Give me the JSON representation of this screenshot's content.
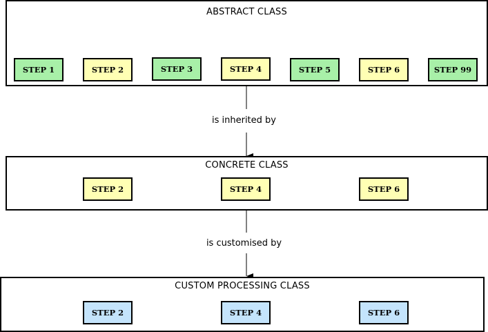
{
  "colors": {
    "green": "#a8f0a8",
    "yellow": "#ffffb4",
    "blue": "#c4e4fc",
    "stroke": "#000000"
  },
  "abstract": {
    "title": "ABSTRACT CLASS",
    "steps": [
      {
        "label": "STEP 1",
        "color": "green"
      },
      {
        "label": "STEP 2",
        "color": "yellow"
      },
      {
        "label": "STEP 3",
        "color": "green"
      },
      {
        "label": "STEP 4",
        "color": "yellow"
      },
      {
        "label": "STEP 5",
        "color": "green"
      },
      {
        "label": "STEP 6",
        "color": "yellow"
      },
      {
        "label": "STEP 99",
        "color": "green"
      }
    ]
  },
  "inherit_label": "is inherited by",
  "concrete": {
    "title": "CONCRETE CLASS",
    "steps": [
      {
        "label": "STEP 2",
        "color": "yellow"
      },
      {
        "label": "STEP 4",
        "color": "yellow"
      },
      {
        "label": "STEP 6",
        "color": "yellow"
      }
    ]
  },
  "customise_label": "is customised by",
  "custom": {
    "title": "CUSTOM PROCESSING CLASS",
    "steps": [
      {
        "label": "STEP 2",
        "color": "blue"
      },
      {
        "label": "STEP 4",
        "color": "blue"
      },
      {
        "label": "STEP 6",
        "color": "blue"
      }
    ]
  }
}
